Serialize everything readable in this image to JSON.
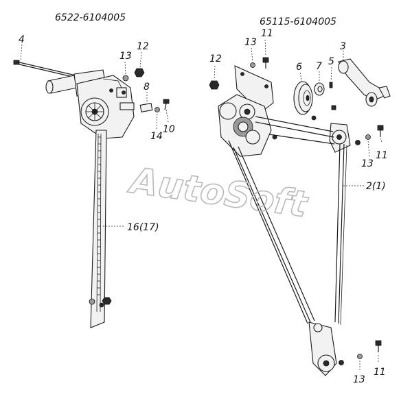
{
  "titles": {
    "left": "6522-6104005",
    "right": "65115-6104005"
  },
  "watermark": "AutoSoft",
  "labels": {
    "l4": "4",
    "l13a": "13",
    "l12a": "12",
    "l8": "8",
    "l14": "14",
    "l10": "10",
    "l16": "16(17)",
    "l11a": "11",
    "l13b": "13",
    "l12b": "12",
    "l6": "6",
    "l7": "7",
    "l5": "5",
    "l3": "3",
    "l11b": "11",
    "l13c": "13",
    "l2": "2(1)",
    "l13d": "13",
    "l11c": "11"
  }
}
